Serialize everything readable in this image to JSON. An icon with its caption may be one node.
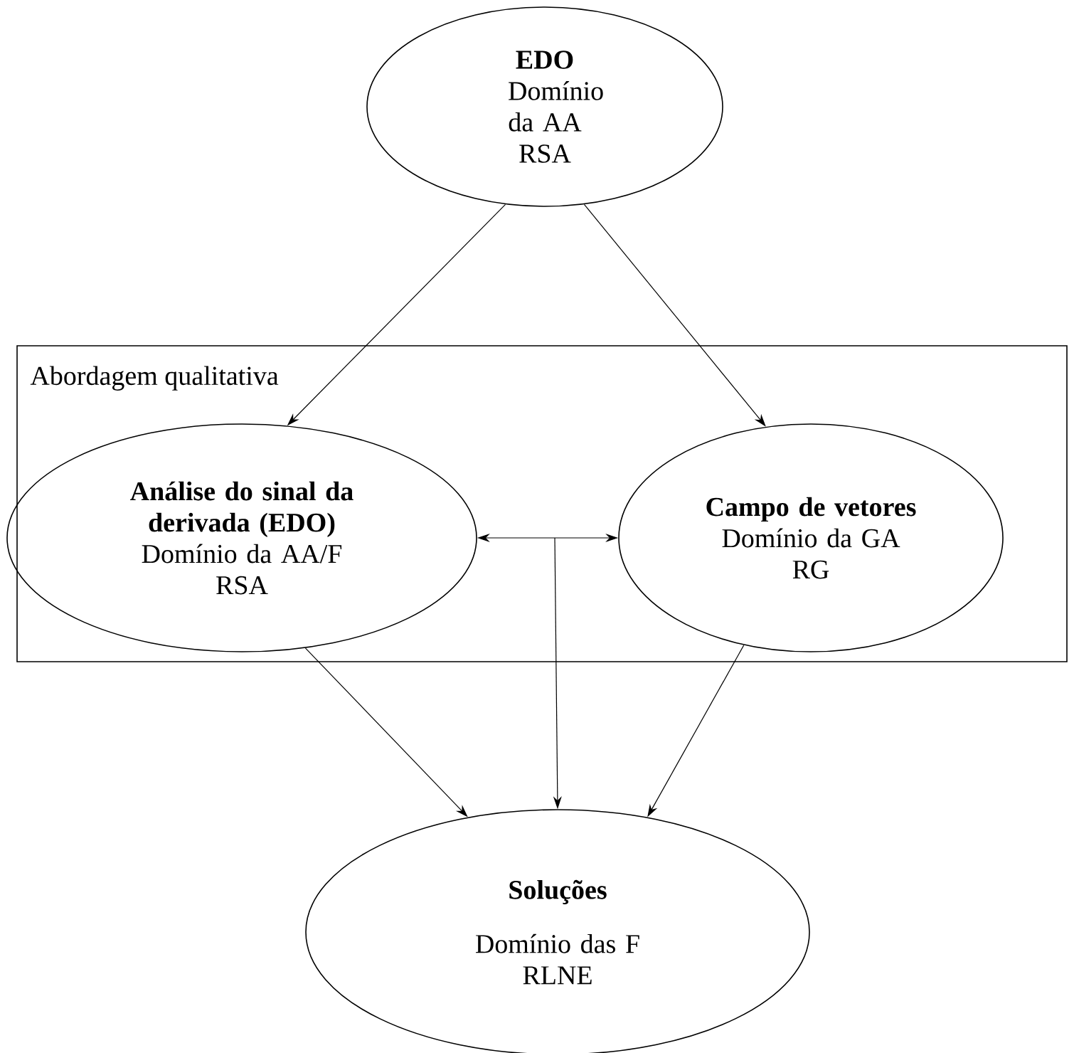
{
  "diagram": {
    "nodes": [
      {
        "text": [
          "EDO",
          "Domínio da  AA",
          "RSA"
        ]
      },
      {
        "text": [
          "Abordagem qualitativa"
        ]
      },
      {
        "text": [
          "Análise do sinal da derivada (EDO)",
          "Domínio da AA/F",
          "RSA"
        ],
        "in": 1
      },
      {
        "text": [
          "Campo de vetores",
          "Domínio da GA",
          "RG"
        ],
        "in": 1
      },
      {
        "text": [
          "Soluções",
          "Domínio das F",
          "RLNE"
        ]
      }
    ],
    "edges": [
      {
        "from": 0,
        "to": 2,
        "arrow": "to"
      },
      {
        "from": 0,
        "to": 3,
        "arrow": "to"
      },
      {
        "from": 2,
        "to": 3,
        "arrow": "both"
      },
      {
        "from": null,
        "to": 4,
        "arrow": "to"
      },
      {
        "from": 2,
        "to": 4,
        "arrow": "to"
      },
      {
        "from": 3,
        "to": 4,
        "arrow": "to"
      }
    ]
  }
}
